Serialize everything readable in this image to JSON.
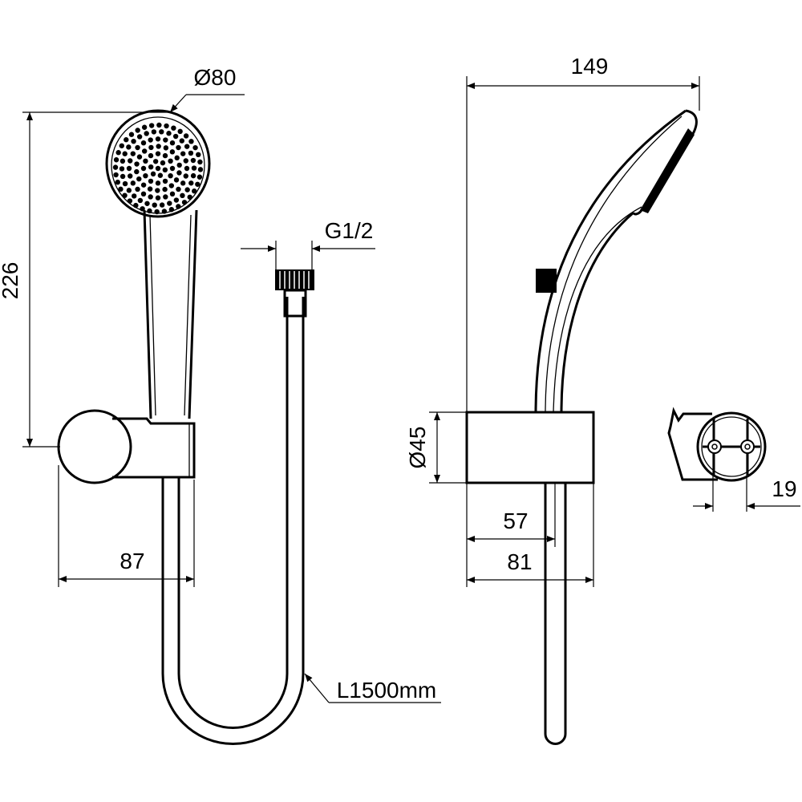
{
  "dimensions": {
    "head_diameter": "Ø80",
    "height": "226",
    "connection": "G1/2",
    "depth": "149",
    "holder_diameter": "Ø45",
    "holder_offset": "57",
    "holder_depth": "81",
    "holder_width": "87",
    "clip_spacing": "19",
    "hose_length": "L1500mm"
  },
  "colors": {
    "line": "#000000",
    "background": "#ffffff"
  }
}
